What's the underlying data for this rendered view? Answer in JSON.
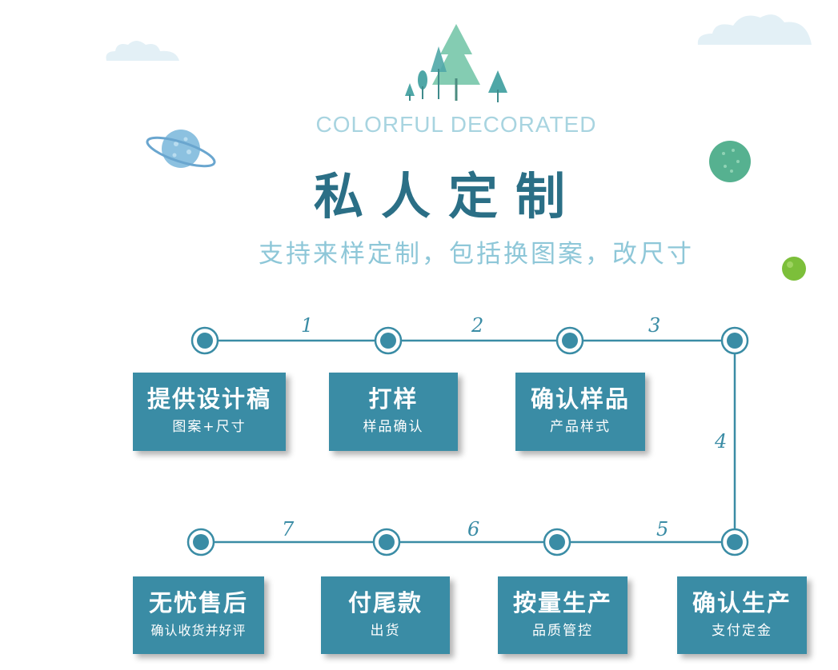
{
  "header": {
    "subtitle": "COLORFUL DECORATED",
    "title": "私人定制",
    "tagline": "支持来样定制，包括换图案，改尺寸"
  },
  "steps": [
    {
      "number": "1",
      "title": "提供设计稿",
      "subtitle": "图案+尺寸"
    },
    {
      "number": "2",
      "title": "打样",
      "subtitle": "样品确认"
    },
    {
      "number": "3",
      "title": "确认样品",
      "subtitle": "产品样式"
    },
    {
      "number": "4",
      "title": "确认生产",
      "subtitle": "支付定金"
    },
    {
      "number": "5",
      "title": "按量生产",
      "subtitle": "品质管控"
    },
    {
      "number": "6",
      "title": "付尾款",
      "subtitle": "出货"
    },
    {
      "number": "7",
      "title": "无忧售后",
      "subtitle": "确认收货并好评"
    }
  ],
  "colors": {
    "accent": "#3a8ca5",
    "title": "#2b6f86",
    "light": "#a8d4e0",
    "tree": "#4fa79a",
    "planet": "#7fb8da",
    "green_ball": "#4eaa8a",
    "lime_ball": "#7cbf3a"
  }
}
